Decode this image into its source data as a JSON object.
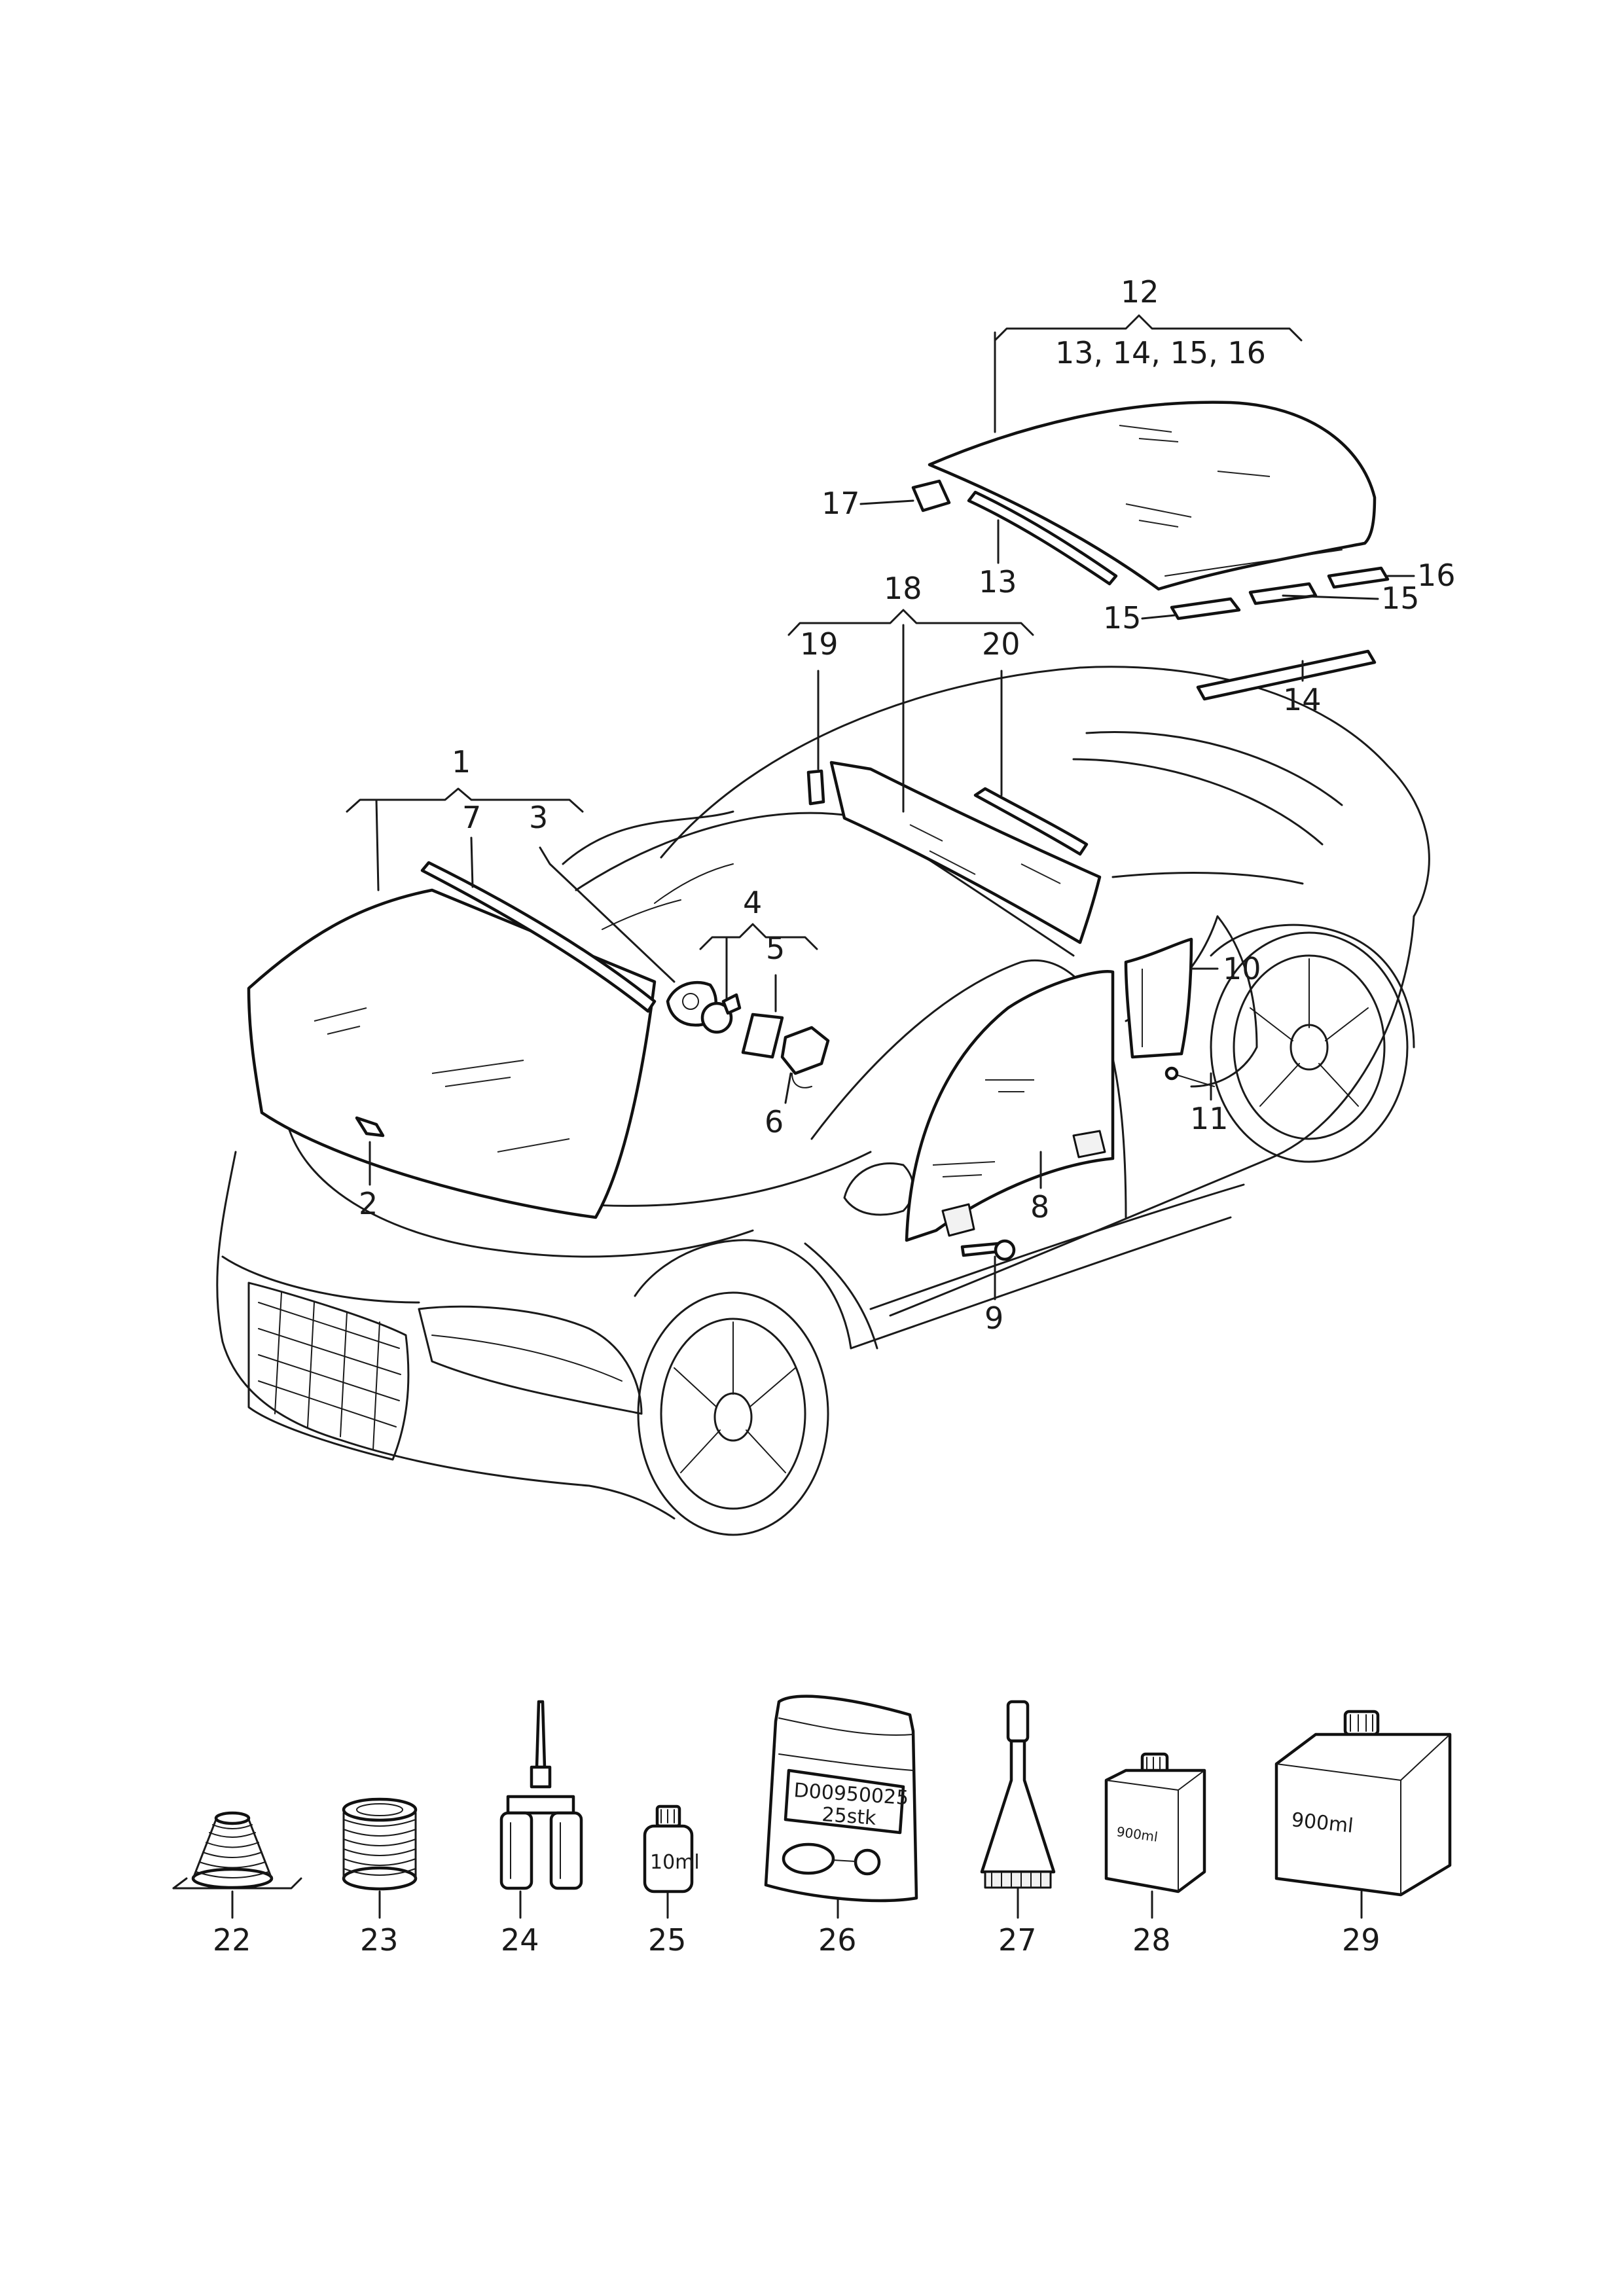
{
  "diagram": {
    "callouts": {
      "c1": "1",
      "c2": "2",
      "c3": "3",
      "c4": "4",
      "c5": "5",
      "c6": "6",
      "c7": "7",
      "c8": "8",
      "c9": "9",
      "c10": "10",
      "c11": "11",
      "c12": "12",
      "c12sub": "13, 14, 15, 16",
      "c13": "13",
      "c14": "14",
      "c15a": "15",
      "c15b": "15",
      "c16": "16",
      "c17": "17",
      "c18": "18",
      "c19": "19",
      "c20": "20",
      "c22": "22",
      "c23": "23",
      "c24": "24",
      "c25": "25",
      "c26": "26",
      "c27": "27",
      "c28": "28",
      "c29": "29"
    },
    "product_labels": {
      "bag_code": "D00950025",
      "bag_qty": "25stk",
      "bottle_small": "10ml",
      "bottle_medium": "900ml",
      "bottle_large": "900ml"
    }
  }
}
